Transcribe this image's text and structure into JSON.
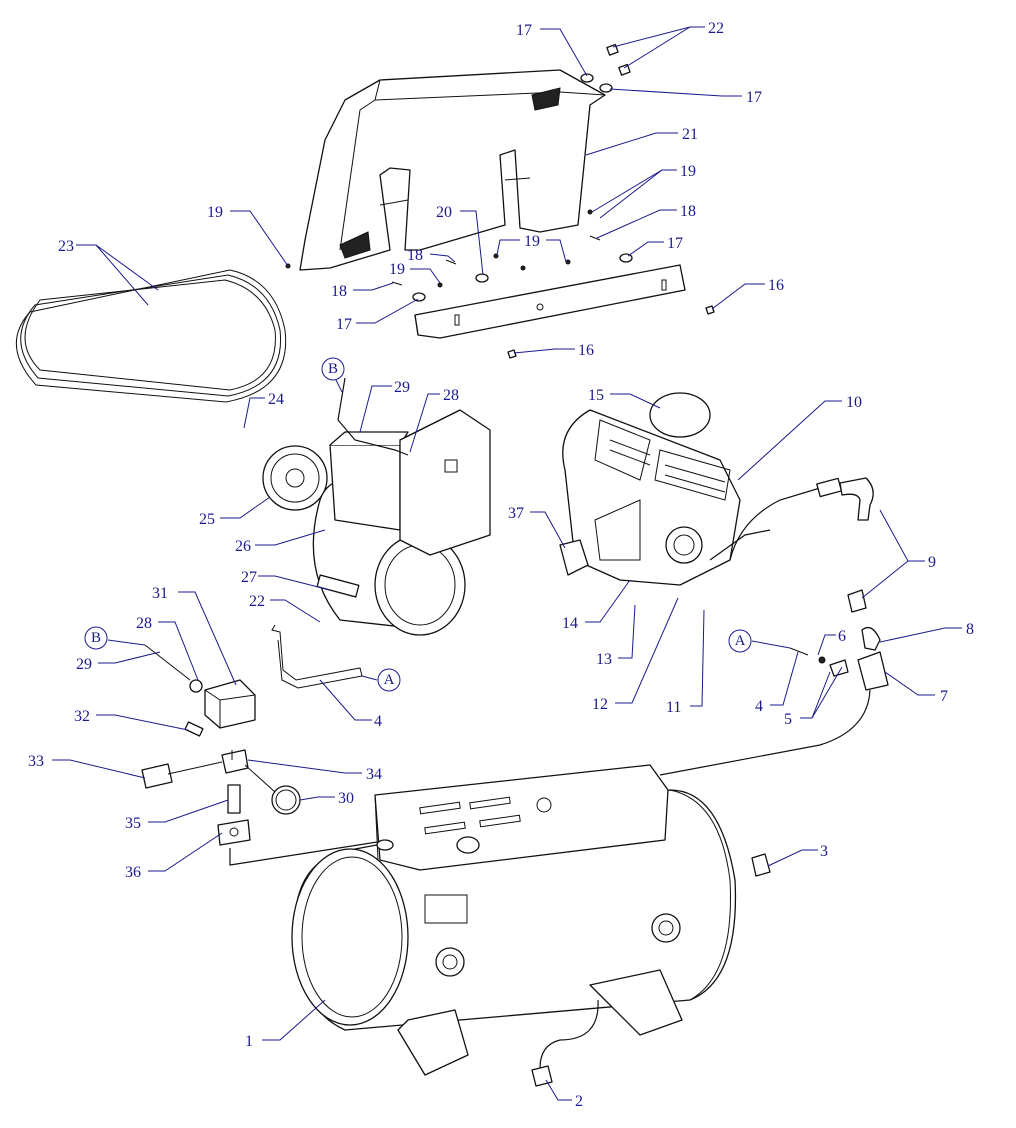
{
  "diagram": {
    "callouts": {
      "c1": "1",
      "c2": "2",
      "c3": "3",
      "c4a": "4",
      "c4b": "4",
      "c5": "5",
      "c6": "6",
      "c7": "7",
      "c8": "8",
      "c9": "9",
      "c10": "10",
      "c11": "11",
      "c12": "12",
      "c13": "13",
      "c14": "14",
      "c15": "15",
      "c16a": "16",
      "c16b": "16",
      "c17a": "17",
      "c17b": "17",
      "c17c": "17",
      "c17d": "17",
      "c18a": "18",
      "c18b": "18",
      "c18c": "18",
      "c19a": "19",
      "c19b": "19",
      "c19c": "19",
      "c19d": "19",
      "c20": "20",
      "c21": "21",
      "c22a": "22",
      "c22b": "22",
      "c23": "23",
      "c24": "24",
      "c25": "25",
      "c26": "26",
      "c27": "27",
      "c28a": "28",
      "c28b": "28",
      "c29a": "29",
      "c29b": "29",
      "c30": "30",
      "c31": "31",
      "c32": "32",
      "c33": "33",
      "c34": "34",
      "c35": "35",
      "c36": "36",
      "c37": "37"
    },
    "refs": {
      "ref_a1": "A",
      "ref_a2": "A",
      "ref_b1": "B",
      "ref_b2": "B"
    }
  }
}
